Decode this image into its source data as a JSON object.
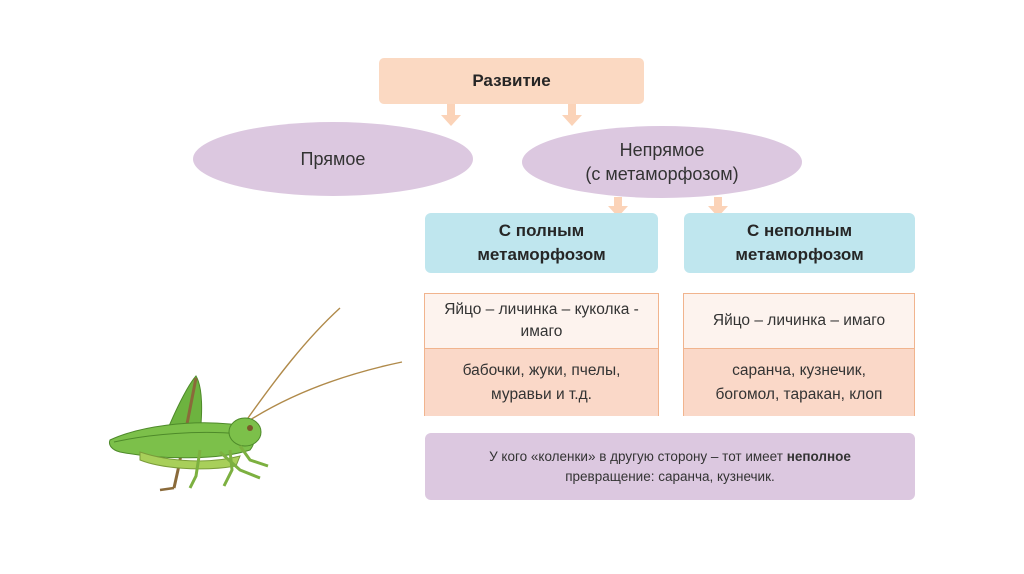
{
  "diagram": {
    "root": "Развитие",
    "direct": "Прямое",
    "indirect_line1": "Непрямое",
    "indirect_line2": "(с метаморфозом)",
    "full": {
      "head_line1": "С полным",
      "head_line2": "метаморфозом",
      "stages_line1": "Яйцо – личинка – куколка -",
      "stages_line2": "имаго",
      "examples_line1": "бабочки, жуки, пчелы,",
      "examples_line2": "муравьи и т.д."
    },
    "incomplete": {
      "head_line1": "С неполным",
      "head_line2": "метаморфозом",
      "stages": "Яйцо – личинка – имаго",
      "examples_line1": "саранча, кузнечик,",
      "examples_line2": "богомол, таракан, клоп"
    },
    "note": {
      "part1": "У кого «коленки» в другую сторону – тот имеет ",
      "bold": "неполное",
      "part2": "превращение: саранча, кузнечик."
    }
  },
  "colors": {
    "root": "#fbd9c2",
    "ellipse": "#dcc8e0",
    "head": "#bfe6ee",
    "table_border": "#f1b48e",
    "arrow": "#fbd3b8"
  },
  "illustration": "grasshopper"
}
